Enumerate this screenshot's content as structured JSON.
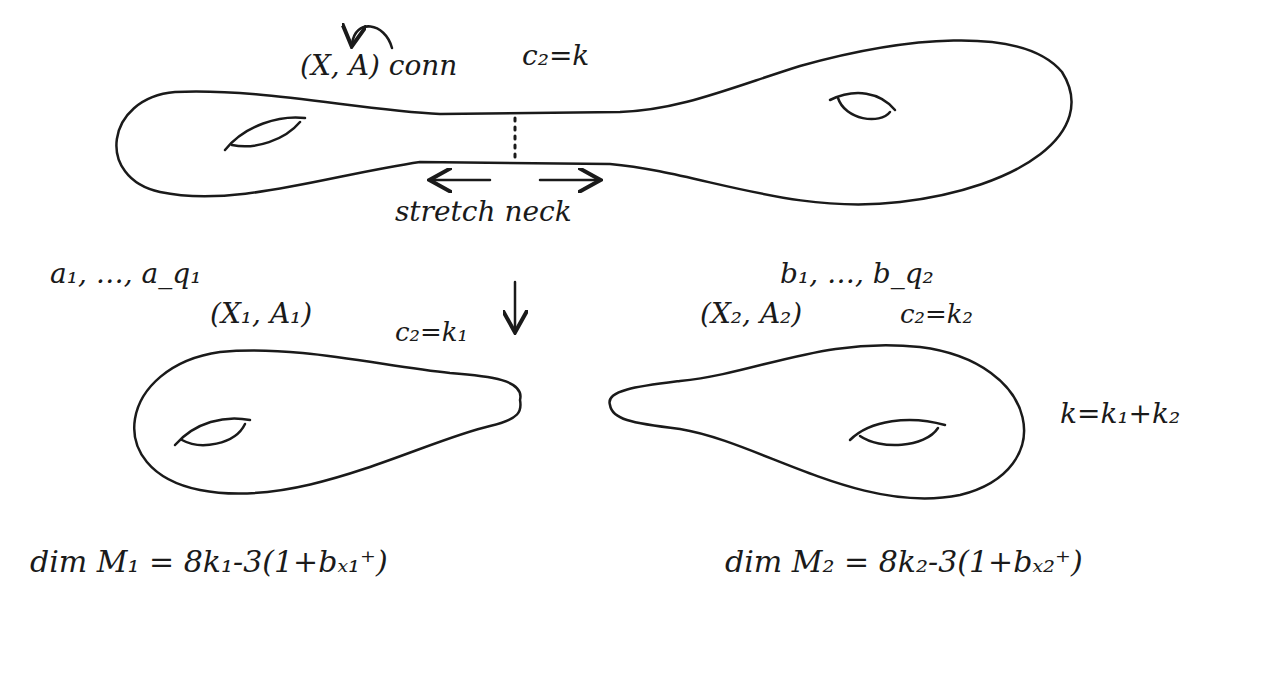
{
  "diagram": {
    "labels": [
      "(X, A) conn",
      "c₂=k",
      "stretch neck",
      "a₁, …, a_q₁",
      "b₁, …, b_q₂",
      "(X₁, A₁)",
      "c₂=k₁",
      "(X₂, A₂)",
      "c₂=k₂",
      "k=k₁+k₂",
      "dim M₁ = 8k₁-3(1+bₓ₁⁺)",
      "dim M₂ = 8k₂-3(1+bₓ₂⁺)"
    ]
  }
}
